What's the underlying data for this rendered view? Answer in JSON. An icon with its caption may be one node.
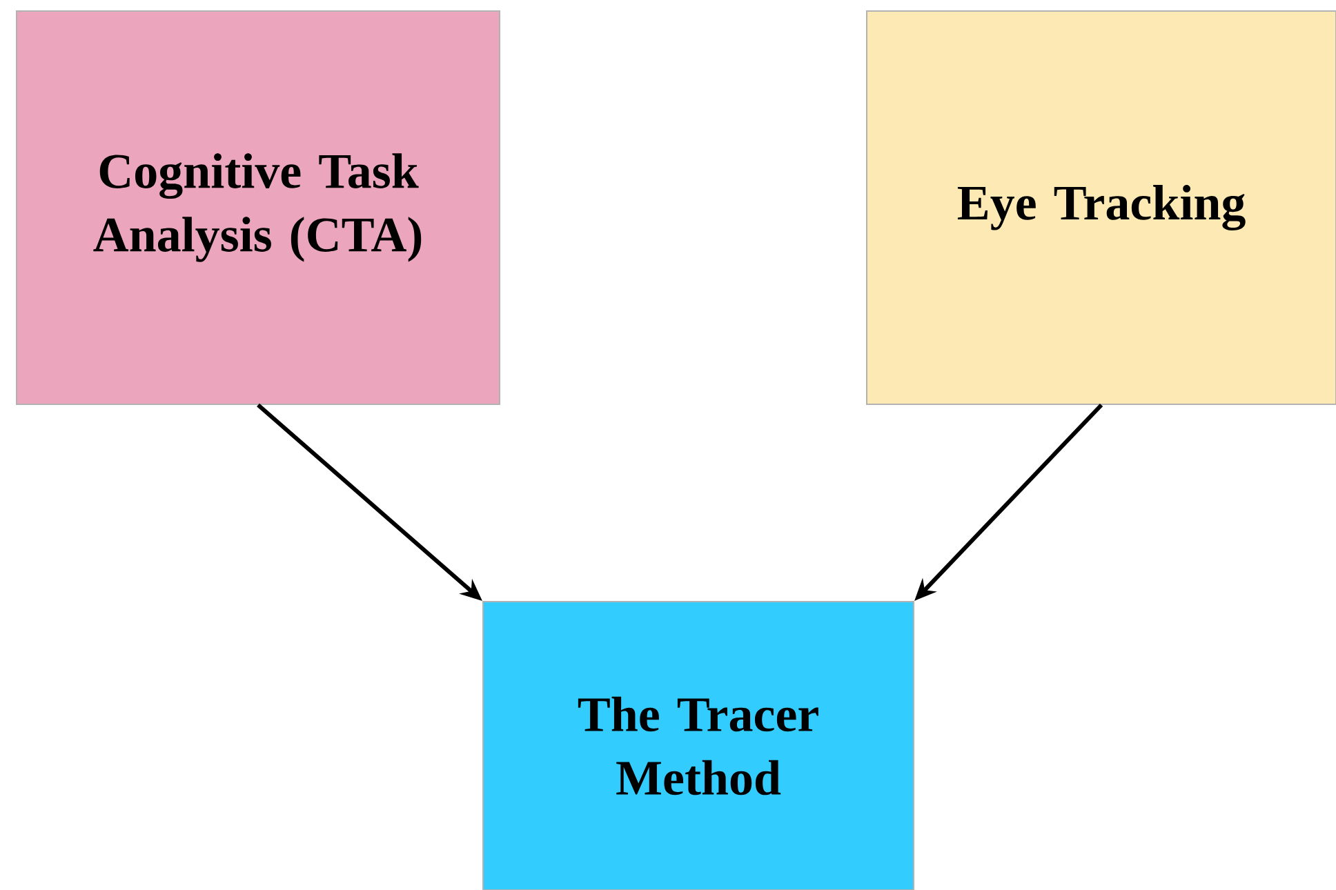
{
  "diagram": {
    "nodes": [
      {
        "text": [
          "Cognitive Task Analysis (CTA)"
        ]
      },
      {
        "text": [
          "Eye Tracking"
        ]
      },
      {
        "text": [
          "The Tracer Method"
        ]
      }
    ],
    "edges": [
      {
        "from": 0,
        "to": 2,
        "arrow": "to"
      },
      {
        "from": 1,
        "to": 2,
        "arrow": "to"
      }
    ]
  }
}
